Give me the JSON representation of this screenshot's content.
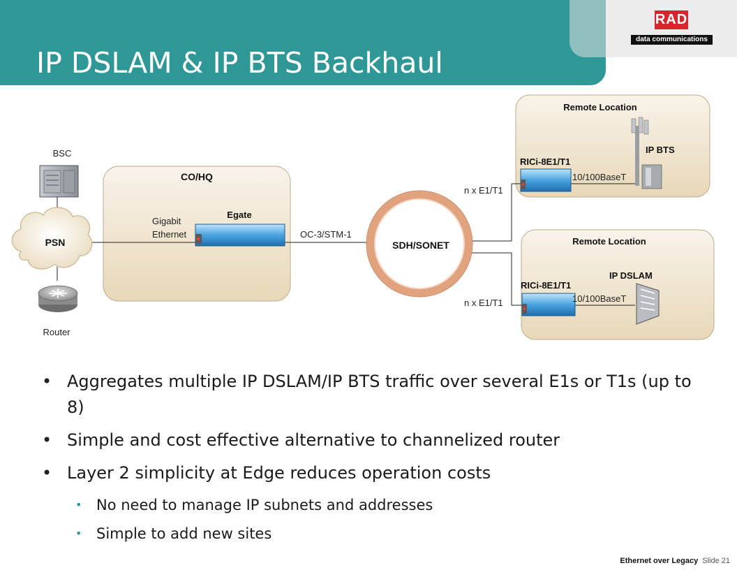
{
  "slide": {
    "title": "IP DSLAM & IP BTS Backhaul",
    "logo": {
      "brand": "RAD",
      "tagline": "data communications"
    }
  },
  "diagram": {
    "bsc_label": "BSC",
    "psn_label": "PSN",
    "router_label": "Router",
    "co_hq_label": "CO/HQ",
    "gigabit_line1": "Gigabit",
    "gigabit_line2": "Ethernet",
    "egate_label": "Egate",
    "oc3_label": "OC-3/STM-1",
    "sdh_label": "SDH/SONET",
    "nxe1_top": "n x E1/T1",
    "nxe1_bottom": "n x E1/T1",
    "remote_top": {
      "title": "Remote Location",
      "device": "RICi-8E1/T1",
      "link": "10/100BaseT",
      "endpoint": "IP BTS"
    },
    "remote_bottom": {
      "title": "Remote Location",
      "device": "RICi-8E1/T1",
      "link": "10/100BaseT",
      "endpoint": "IP DSLAM"
    }
  },
  "bullets": [
    {
      "text": "Aggregates multiple IP DSLAM/IP BTS traffic over several E1s or T1s (up to 8)"
    },
    {
      "text": "Simple and cost effective alternative to channelized router"
    },
    {
      "text": "Layer 2 simplicity at Edge reduces operation costs"
    }
  ],
  "sub_bullets": [
    {
      "text": "No need to manage IP subnets and addresses"
    },
    {
      "text": "Simple to add new sites"
    }
  ],
  "footer": {
    "deck": "Ethernet over Legacy",
    "slide": "Slide 21"
  },
  "colors": {
    "header": "#2f9896",
    "panel": "#f1e7d4",
    "ring": "#e4a07e",
    "device": "#4aa3df"
  }
}
